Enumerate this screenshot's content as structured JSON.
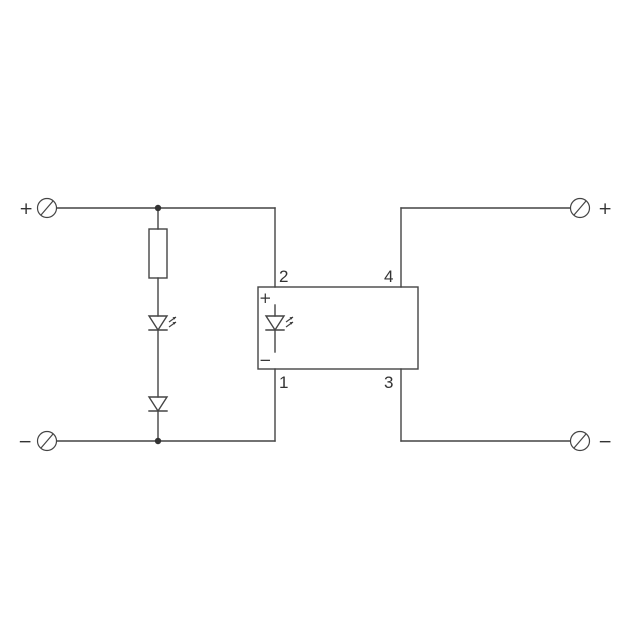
{
  "input": {
    "plus_sign": "+",
    "minus_sign": "−"
  },
  "output": {
    "plus_sign": "+",
    "minus_sign": "−"
  },
  "relay": {
    "pin_2": "2",
    "pin_1": "1",
    "pin_4": "4",
    "pin_3": "3",
    "coil_plus": "+",
    "coil_minus": "−"
  }
}
